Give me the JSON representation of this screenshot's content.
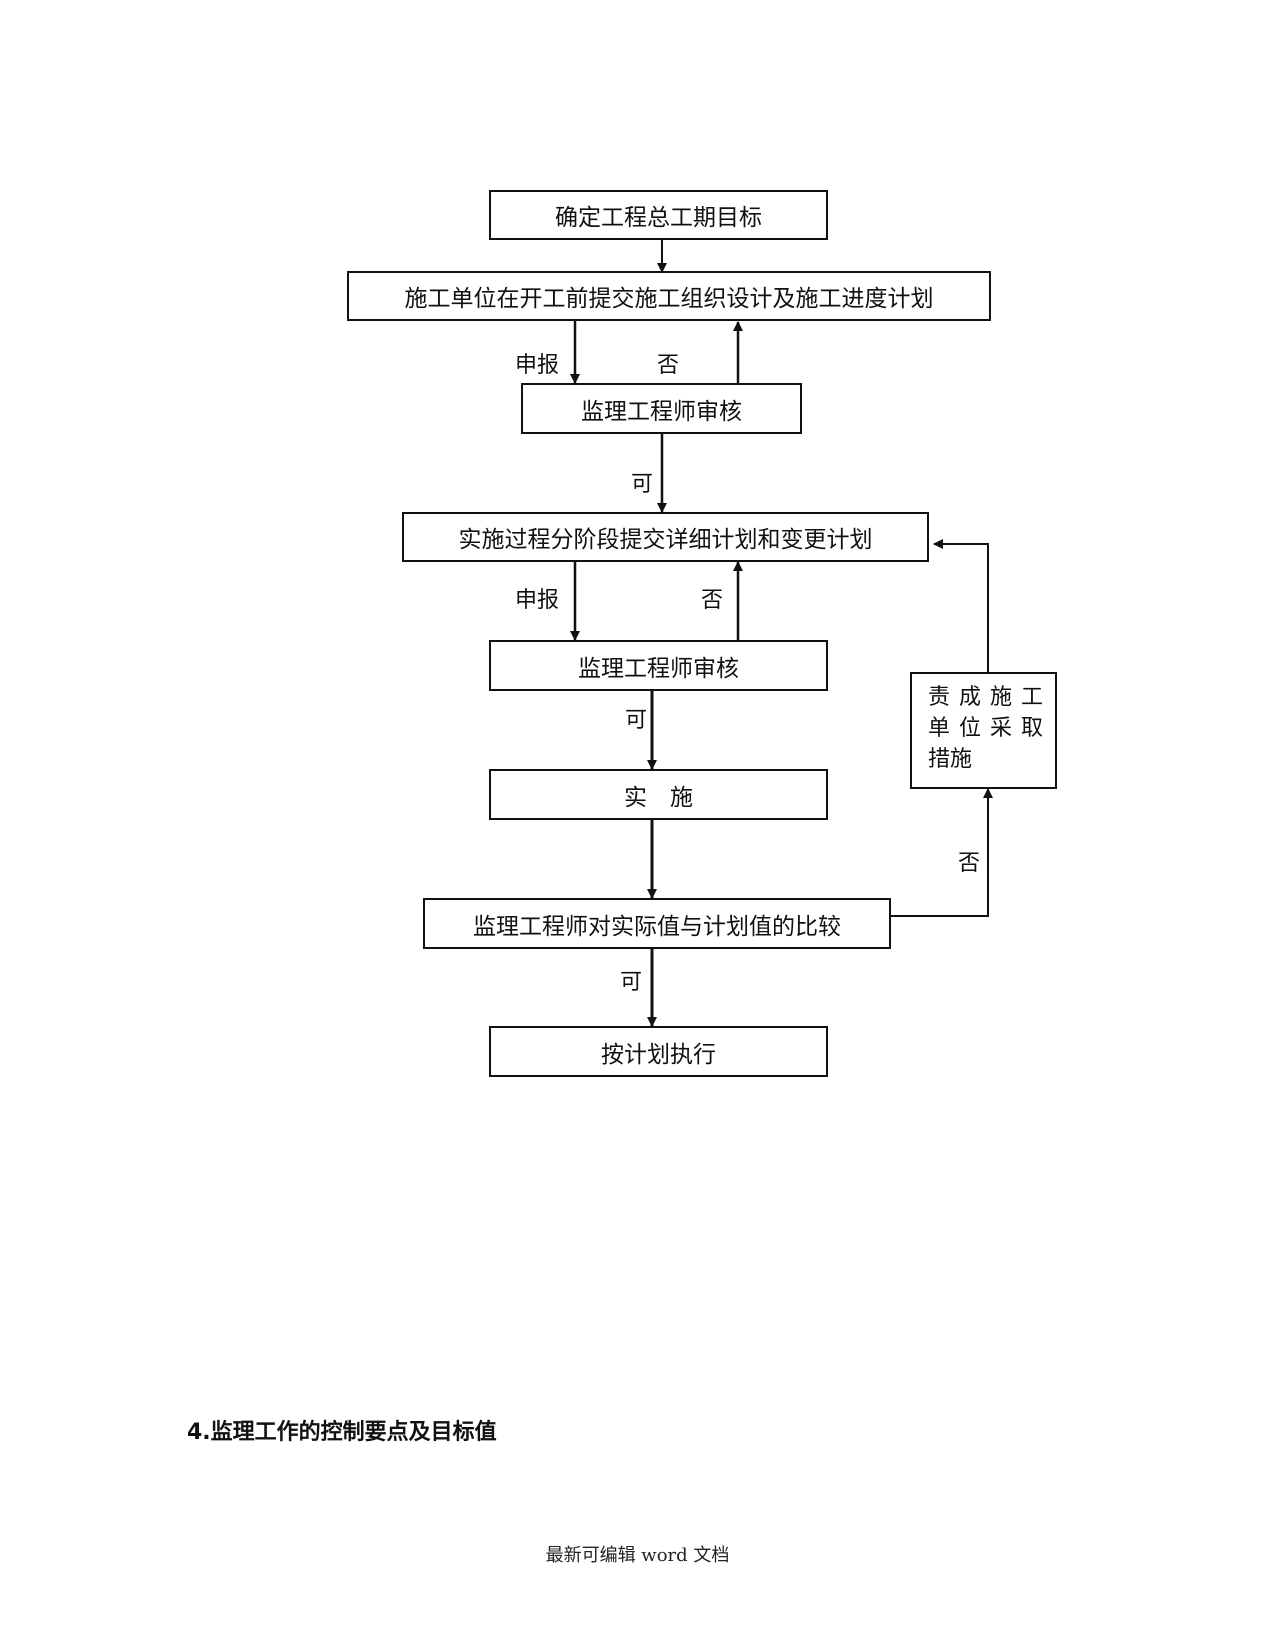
{
  "flowchart": {
    "box_goal": "确定工程总工期目标",
    "box_submit_plan": "施工单位在开工前提交施工组织设计及施工进度计划",
    "box_review_1": "监理工程师审核",
    "box_stage_plan": "实施过程分阶段提交详细计划和变更计划",
    "box_review_2": "监理工程师审核",
    "box_implement": "实　施",
    "box_compare": "监理工程师对实际值与计划值的比较",
    "box_execute": "按计划执行",
    "box_measures_lines": [
      "责成施工",
      "单位采取",
      "措施"
    ],
    "labels": {
      "report_1": "申报",
      "no_1": "否",
      "yes_1": "可",
      "report_2": "申报",
      "no_2": "否",
      "yes_2": "可",
      "no_3": "否",
      "yes_3": "可"
    }
  },
  "section_heading": "4.监理工作的控制要点及目标值",
  "footer": "最新可编辑 word 文档"
}
